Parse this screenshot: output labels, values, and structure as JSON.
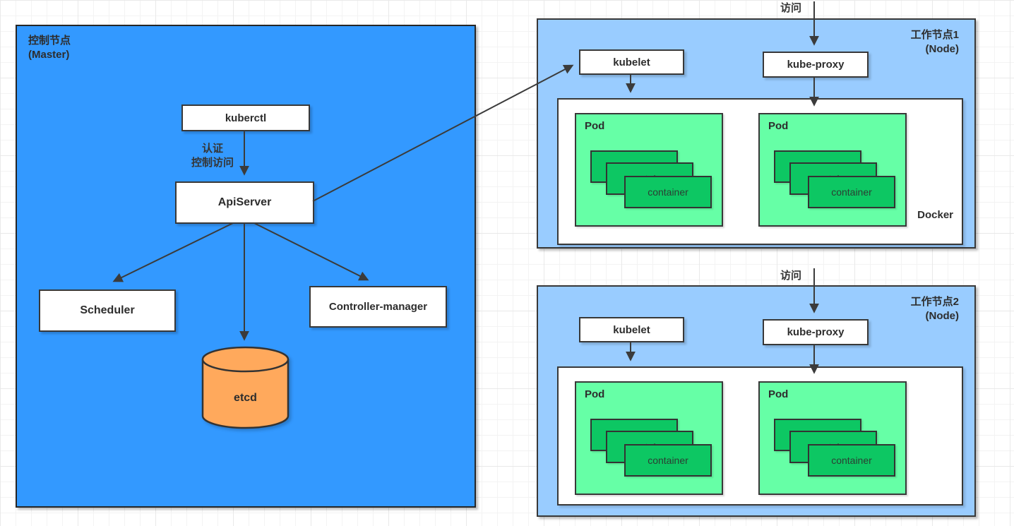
{
  "master": {
    "title_line1": "控制节点",
    "title_line2": "(Master)",
    "kuberctl_label": "kuberctl",
    "auth_line1": "认证",
    "auth_line2": "控制访问",
    "apiserver_label": "ApiServer",
    "scheduler_label": "Scheduler",
    "controller_manager_label": "Controller-manager",
    "etcd_label": "etcd"
  },
  "nodes": [
    {
      "title_line1": "工作节点1",
      "title_line2": "(Node)",
      "access_label": "访问",
      "kubelet_label": "kubelet",
      "kube_proxy_label": "kube-proxy",
      "docker_label": "Docker",
      "pods": [
        {
          "label": "Pod",
          "containers": [
            "container",
            "container",
            "container"
          ]
        },
        {
          "label": "Pod",
          "containers": [
            "container",
            "container",
            "container"
          ]
        }
      ]
    },
    {
      "title_line1": "工作节点2",
      "title_line2": "(Node)",
      "access_label": "访问",
      "kubelet_label": "kubelet",
      "kube_proxy_label": "kube-proxy",
      "pods": [
        {
          "label": "Pod",
          "containers": [
            "container",
            "container",
            "container"
          ]
        },
        {
          "label": "Pod",
          "containers": [
            "container",
            "container",
            "container"
          ]
        }
      ]
    }
  ],
  "colors": {
    "master_fill": "#3399FF",
    "node_fill": "#99CCFF",
    "pod_fill": "#66FFA6",
    "container_fill": "#0DC763",
    "etcd_fill": "#FFA95C",
    "border": "#383838",
    "arrow": "#3B3B3B",
    "box_fill": "#FFFFFF"
  }
}
